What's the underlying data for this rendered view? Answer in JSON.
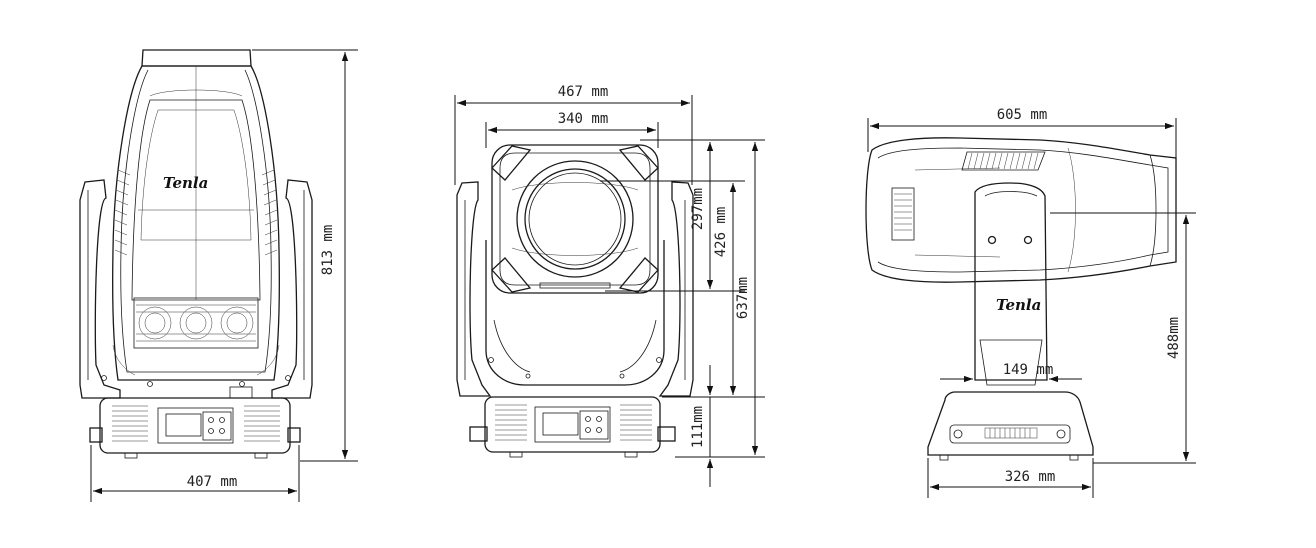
{
  "views": {
    "front": {
      "logo": "Tenla",
      "width_label": "407 mm",
      "height_label": "813 mm"
    },
    "head_front": {
      "overall_width_label": "467 mm",
      "head_width_label": "340 mm",
      "lens_height_label": "297mm",
      "head_height_label": "426 mm",
      "total_height_label": "637mm",
      "base_height_label": "111mm"
    },
    "side": {
      "logo": "Tenla",
      "length_label": "605 mm",
      "arm_width_label": "149 mm",
      "base_width_label": "326 mm",
      "height_label": "488mm"
    }
  }
}
